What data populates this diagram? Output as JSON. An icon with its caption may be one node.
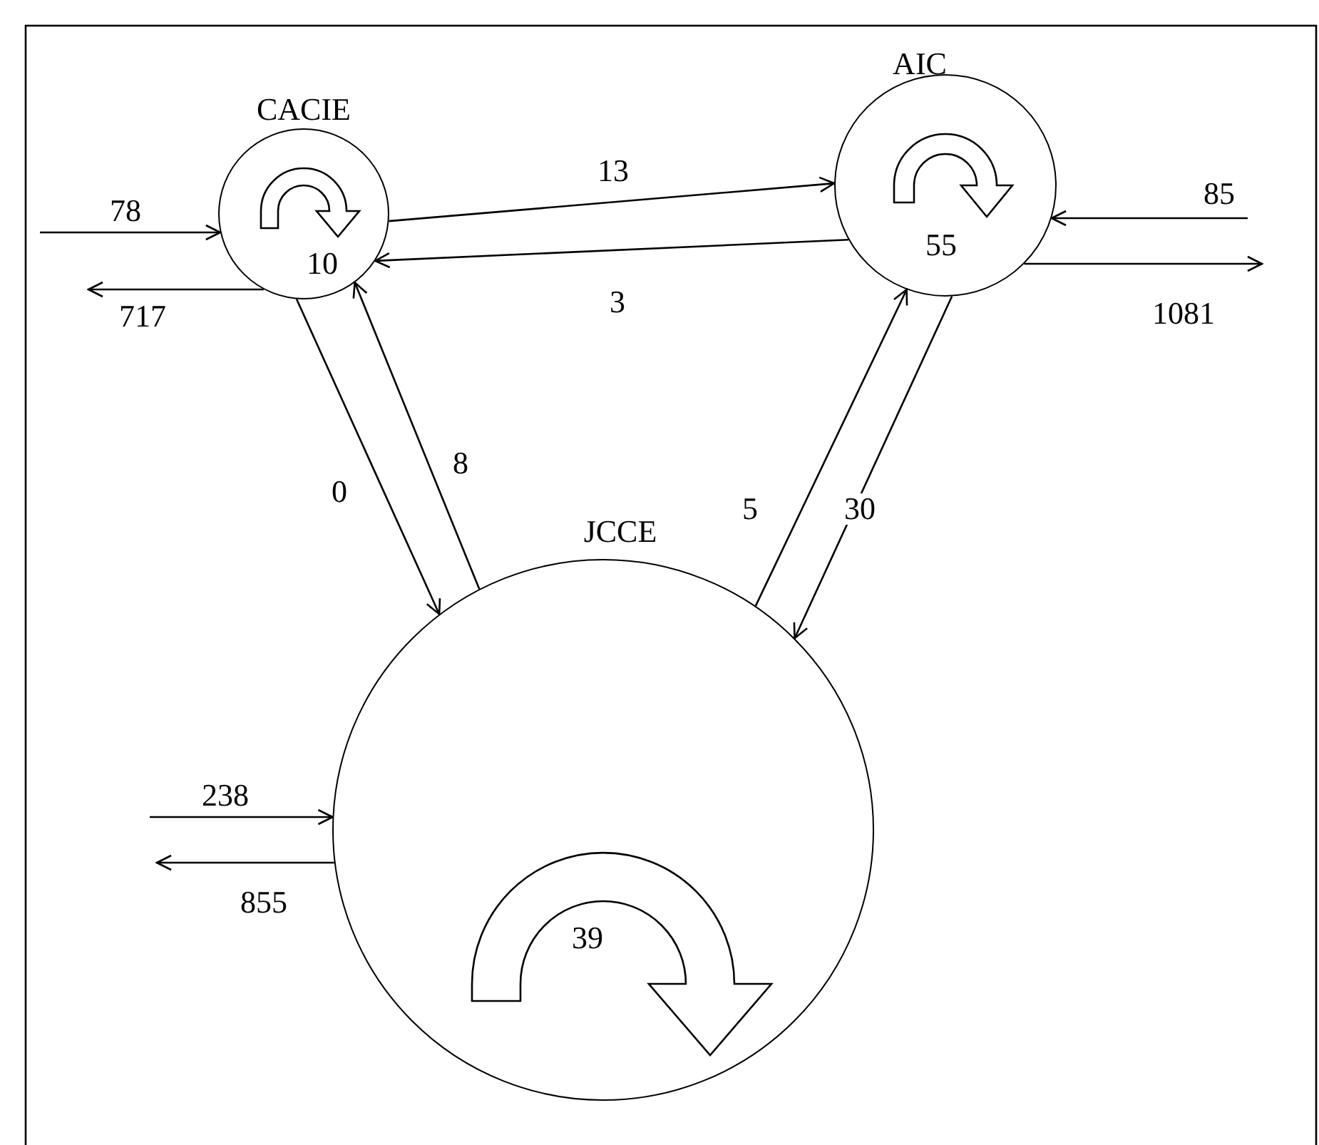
{
  "diagram": {
    "nodes": [
      {
        "text": [
          "CACIE",
          "10"
        ]
      },
      {
        "text": [
          "AIC",
          "55"
        ]
      },
      {
        "text": [
          "JCCE",
          "39"
        ]
      }
    ],
    "edges": [
      {
        "from": null,
        "to": 0,
        "arrow": "to",
        "label": "78"
      },
      {
        "from": 0,
        "to": null,
        "arrow": "to",
        "label": "717"
      },
      {
        "from": 0,
        "to": 1,
        "arrow": "to",
        "label": "13"
      },
      {
        "from": 1,
        "to": 0,
        "arrow": "to",
        "label": "3"
      },
      {
        "from": null,
        "to": 1,
        "arrow": "to",
        "label": "85"
      },
      {
        "from": 1,
        "to": null,
        "arrow": "to",
        "label": "1081"
      },
      {
        "from": 0,
        "to": 2,
        "arrow": "to",
        "label": "0"
      },
      {
        "from": 2,
        "to": 0,
        "arrow": "to",
        "label": "8"
      },
      {
        "from": 2,
        "to": 1,
        "arrow": "to",
        "label": "5"
      },
      {
        "from": 1,
        "to": 2,
        "arrow": "to",
        "label": "30"
      },
      {
        "from": null,
        "to": 2,
        "arrow": "to",
        "label": "238"
      },
      {
        "from": 2,
        "to": null,
        "arrow": "to",
        "label": "855"
      }
    ]
  }
}
